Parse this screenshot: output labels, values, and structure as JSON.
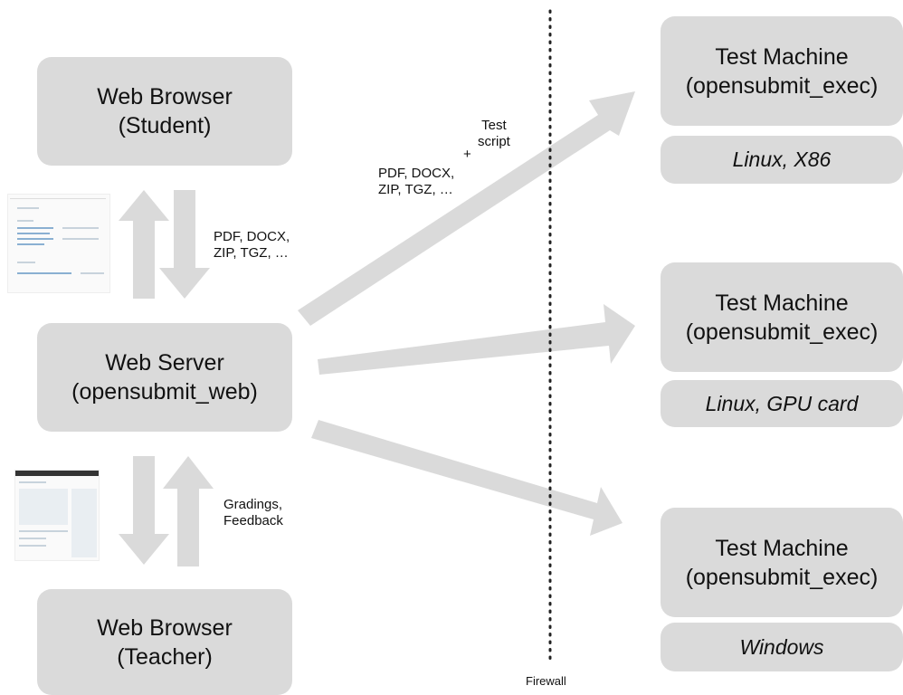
{
  "nodes": {
    "browser_student": {
      "line1": "Web Browser",
      "line2": "(Student)"
    },
    "web_server": {
      "line1": "Web Server",
      "line2": "(opensubmit_web)"
    },
    "browser_teacher": {
      "line1": "Web Browser",
      "line2": "(Teacher)"
    },
    "test_machine_1": {
      "line1": "Test Machine",
      "line2": "(opensubmit_exec)",
      "os": "Linux, X86"
    },
    "test_machine_2": {
      "line1": "Test Machine",
      "line2": "(opensubmit_exec)",
      "os": "Linux, GPU card"
    },
    "test_machine_3": {
      "line1": "Test Machine",
      "line2": "(opensubmit_exec)",
      "os": "Windows"
    }
  },
  "edge_labels": {
    "student_upload": {
      "line1": "PDF, DOCX,",
      "line2": "ZIP, TGZ, …"
    },
    "teacher_feedback": {
      "line1": "Gradings,",
      "line2": "Feedback"
    },
    "exec_payload": {
      "line1": "PDF, DOCX,",
      "line2": "ZIP, TGZ, …",
      "plus": "+",
      "line3": "Test",
      "line4": "script"
    }
  },
  "firewall_label": "Firewall",
  "colors": {
    "box": "#dadada",
    "arrow": "#dadada",
    "firewall": "#222222"
  }
}
